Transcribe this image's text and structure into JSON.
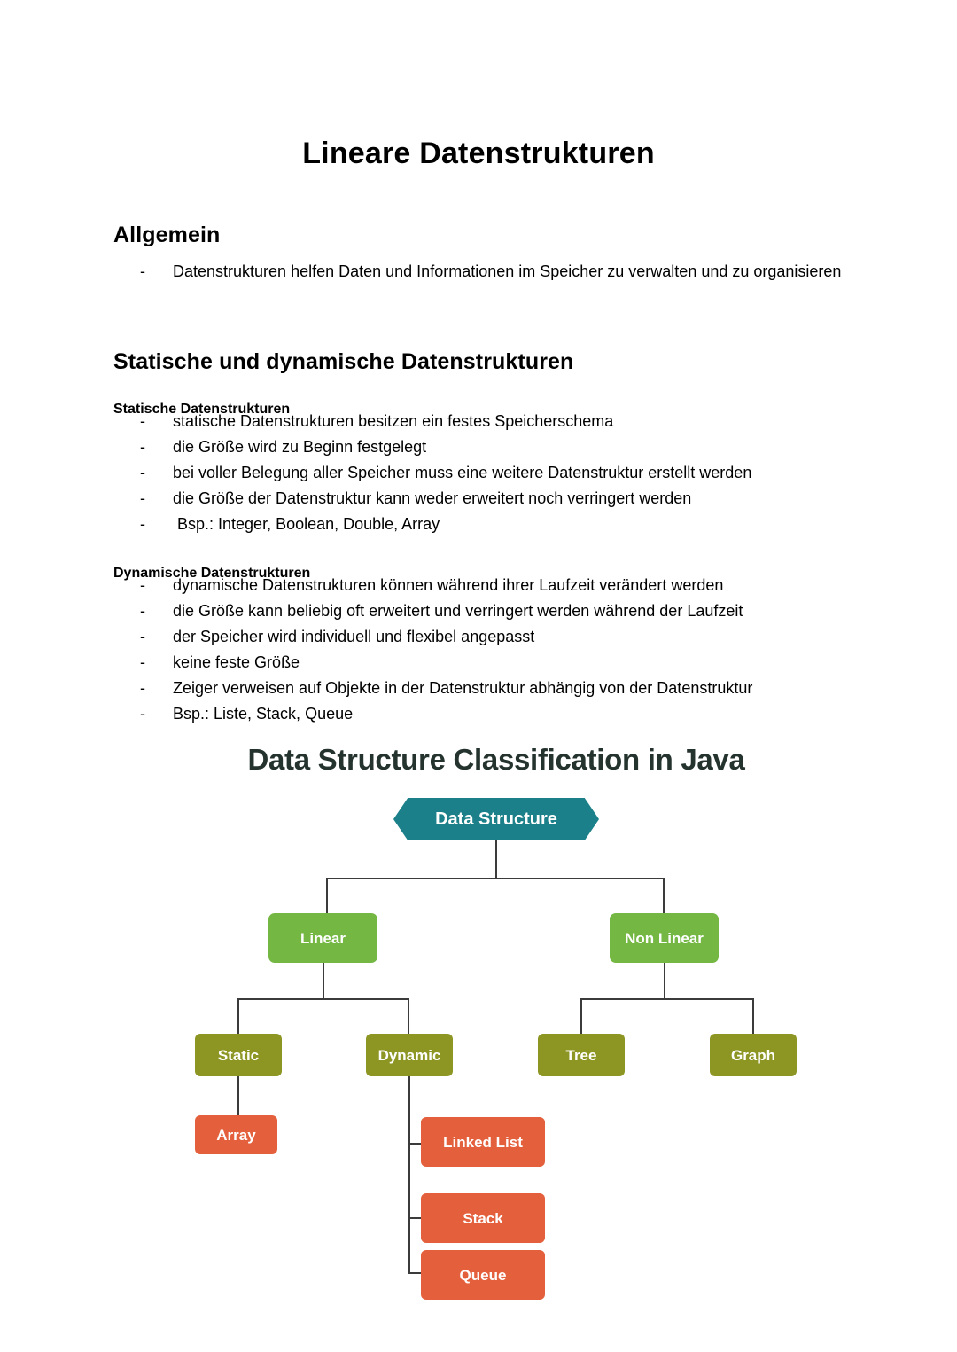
{
  "document": {
    "title": "Lineare Datenstrukturen",
    "sections": [
      {
        "heading": "Allgemein",
        "bullets": [
          "Datenstrukturen helfen Daten und Informationen im Speicher zu verwalten und zu organisieren"
        ]
      },
      {
        "heading": "Statische und dynamische Datenstrukturen",
        "subsections": [
          {
            "heading": "Statische Datenstrukturen",
            "bullets": [
              "statische Datenstrukturen besitzen ein festes Speicherschema",
              "die Größe wird zu Beginn festgelegt",
              "bei voller Belegung aller Speicher muss eine weitere Datenstruktur erstellt werden",
              "die Größe der Datenstruktur kann weder erweitert noch verringert werden",
              " Bsp.: Integer, Boolean, Double, Array"
            ]
          },
          {
            "heading": "Dynamische Datenstrukturen",
            "bullets": [
              "dynamische Datenstrukturen können während ihrer Laufzeit verändert werden",
              "die Größe kann beliebig oft erweitert und verringert werden während der Laufzeit",
              "der Speicher wird individuell und flexibel angepasst",
              "keine feste Größe",
              "Zeiger verweisen auf Objekte in der Datenstruktur abhängig von der Datenstruktur",
              "Bsp.: Liste, Stack, Queue"
            ]
          }
        ]
      }
    ],
    "bullet_marker": "-"
  },
  "diagram": {
    "title": "Data Structure Classification in Java",
    "nodes": {
      "root": "Data Structure",
      "linear": "Linear",
      "non_linear": "Non Linear",
      "static": "Static",
      "dynamic": "Dynamic",
      "tree": "Tree",
      "graph": "Graph",
      "array": "Array",
      "linked_list": "Linked List",
      "stack": "Stack",
      "queue": "Queue"
    },
    "colors": {
      "root": "#1b8089",
      "level1": "#74b743",
      "level2": "#8d9623",
      "leaf": "#e4603c",
      "edge": "#3b3b3b",
      "title": "#24332e"
    }
  }
}
